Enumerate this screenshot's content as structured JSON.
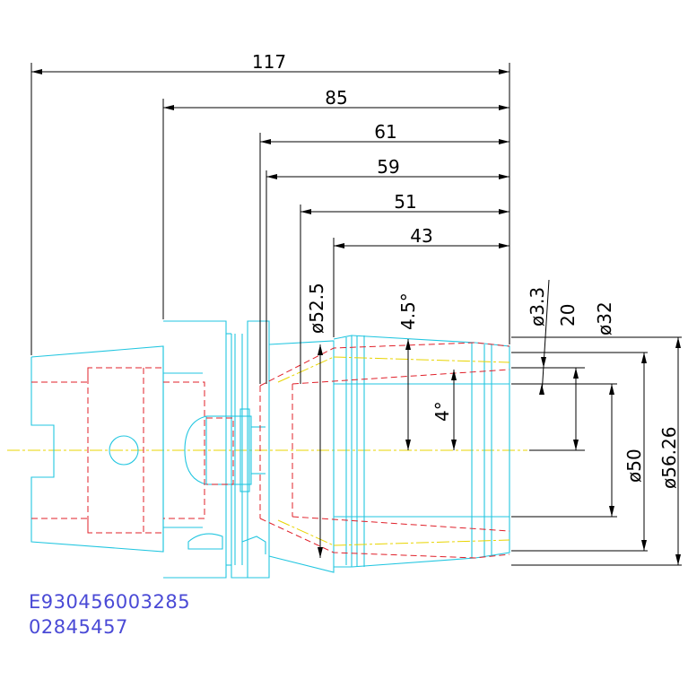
{
  "dimensions": {
    "d117": "117",
    "d85": "85",
    "d61": "61",
    "d59": "59",
    "d51": "51",
    "d43": "43",
    "dia52_5": "ø52.5",
    "angle4_5": "4.5°",
    "angle4": "4°",
    "dia3_3": "ø3.3",
    "d20": "20",
    "dia32": "ø32",
    "dia50": "ø50",
    "dia56_26": "ø56.26"
  },
  "codes": {
    "line1": "E930456003285",
    "line2": "02845457"
  },
  "colors": {
    "outline": "#22c6e0",
    "hidden": "#e0202a",
    "centerline": "#e8d400",
    "dimension": "#000000",
    "code": "#4a4ad6"
  }
}
